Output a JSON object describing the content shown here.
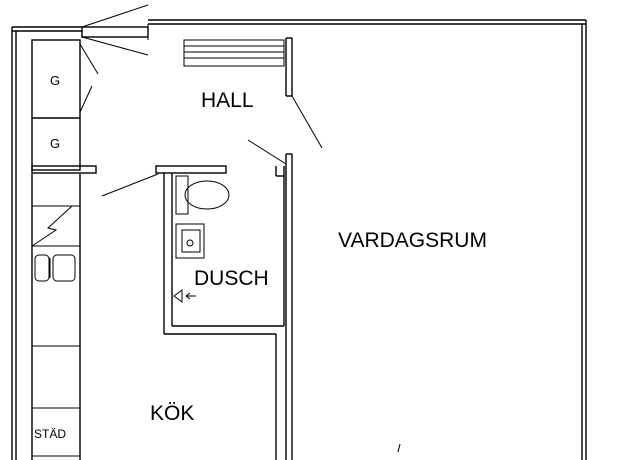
{
  "plan": {
    "rooms": {
      "hall": "HALL",
      "vardagsrum": "VARDAGSRUM",
      "dusch": "DUSCH",
      "kok": "KÖK"
    },
    "wardrobes": [
      "G",
      "G"
    ],
    "stad": "STÄD"
  }
}
